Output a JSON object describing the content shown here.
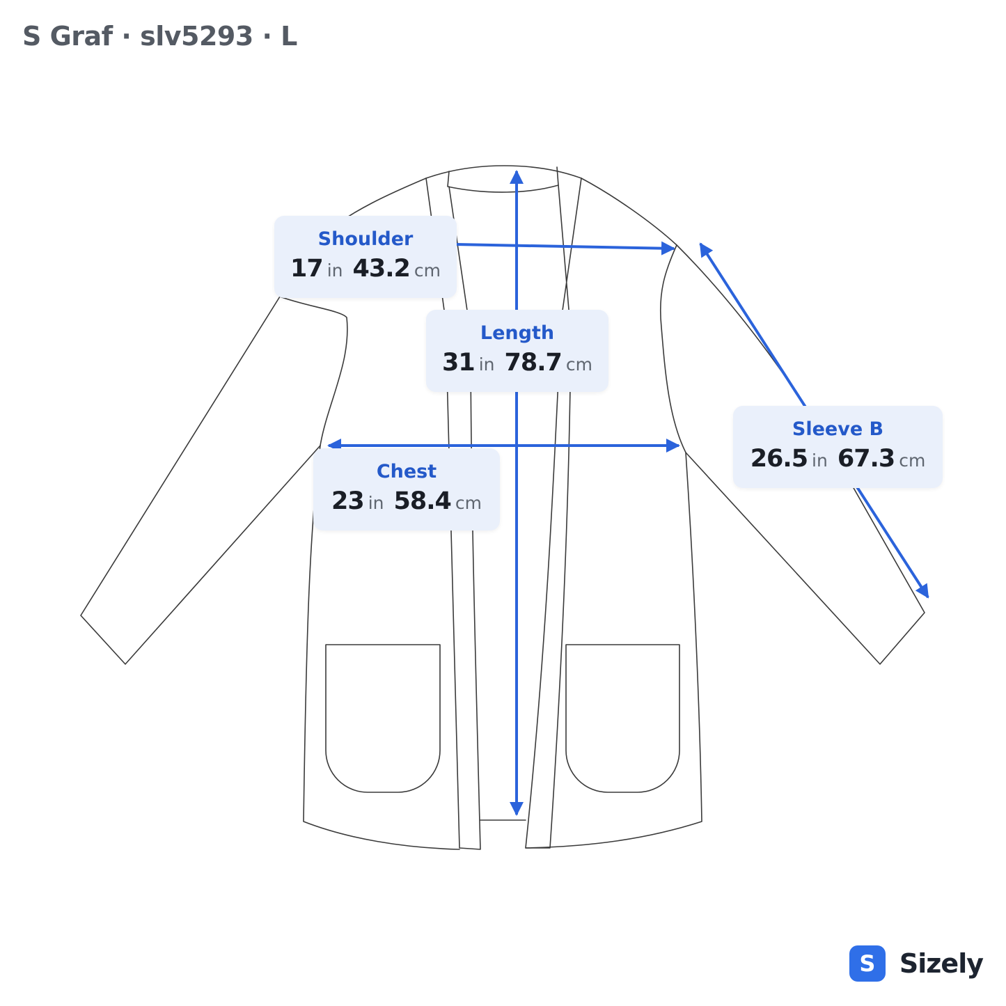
{
  "header": {
    "title": "S Graf · slv5293 · L"
  },
  "measurements": {
    "shoulder": {
      "label": "Shoulder",
      "in": "17",
      "in_unit": "in",
      "cm": "43.2",
      "cm_unit": "cm"
    },
    "length": {
      "label": "Length",
      "in": "31",
      "in_unit": "in",
      "cm": "78.7",
      "cm_unit": "cm"
    },
    "chest": {
      "label": "Chest",
      "in": "23",
      "in_unit": "in",
      "cm": "58.4",
      "cm_unit": "cm"
    },
    "sleeve": {
      "label": "Sleeve B",
      "in": "26.5",
      "in_unit": "in",
      "cm": "67.3",
      "cm_unit": "cm"
    }
  },
  "colors": {
    "accent": "#2459c9",
    "arrow": "#2b63db",
    "outline": "#3a3a3a",
    "label_bg": "#eaf0fb"
  },
  "brand": {
    "icon_letter": "S",
    "name": "Sizely",
    "icon": "sizely-logo-icon"
  }
}
